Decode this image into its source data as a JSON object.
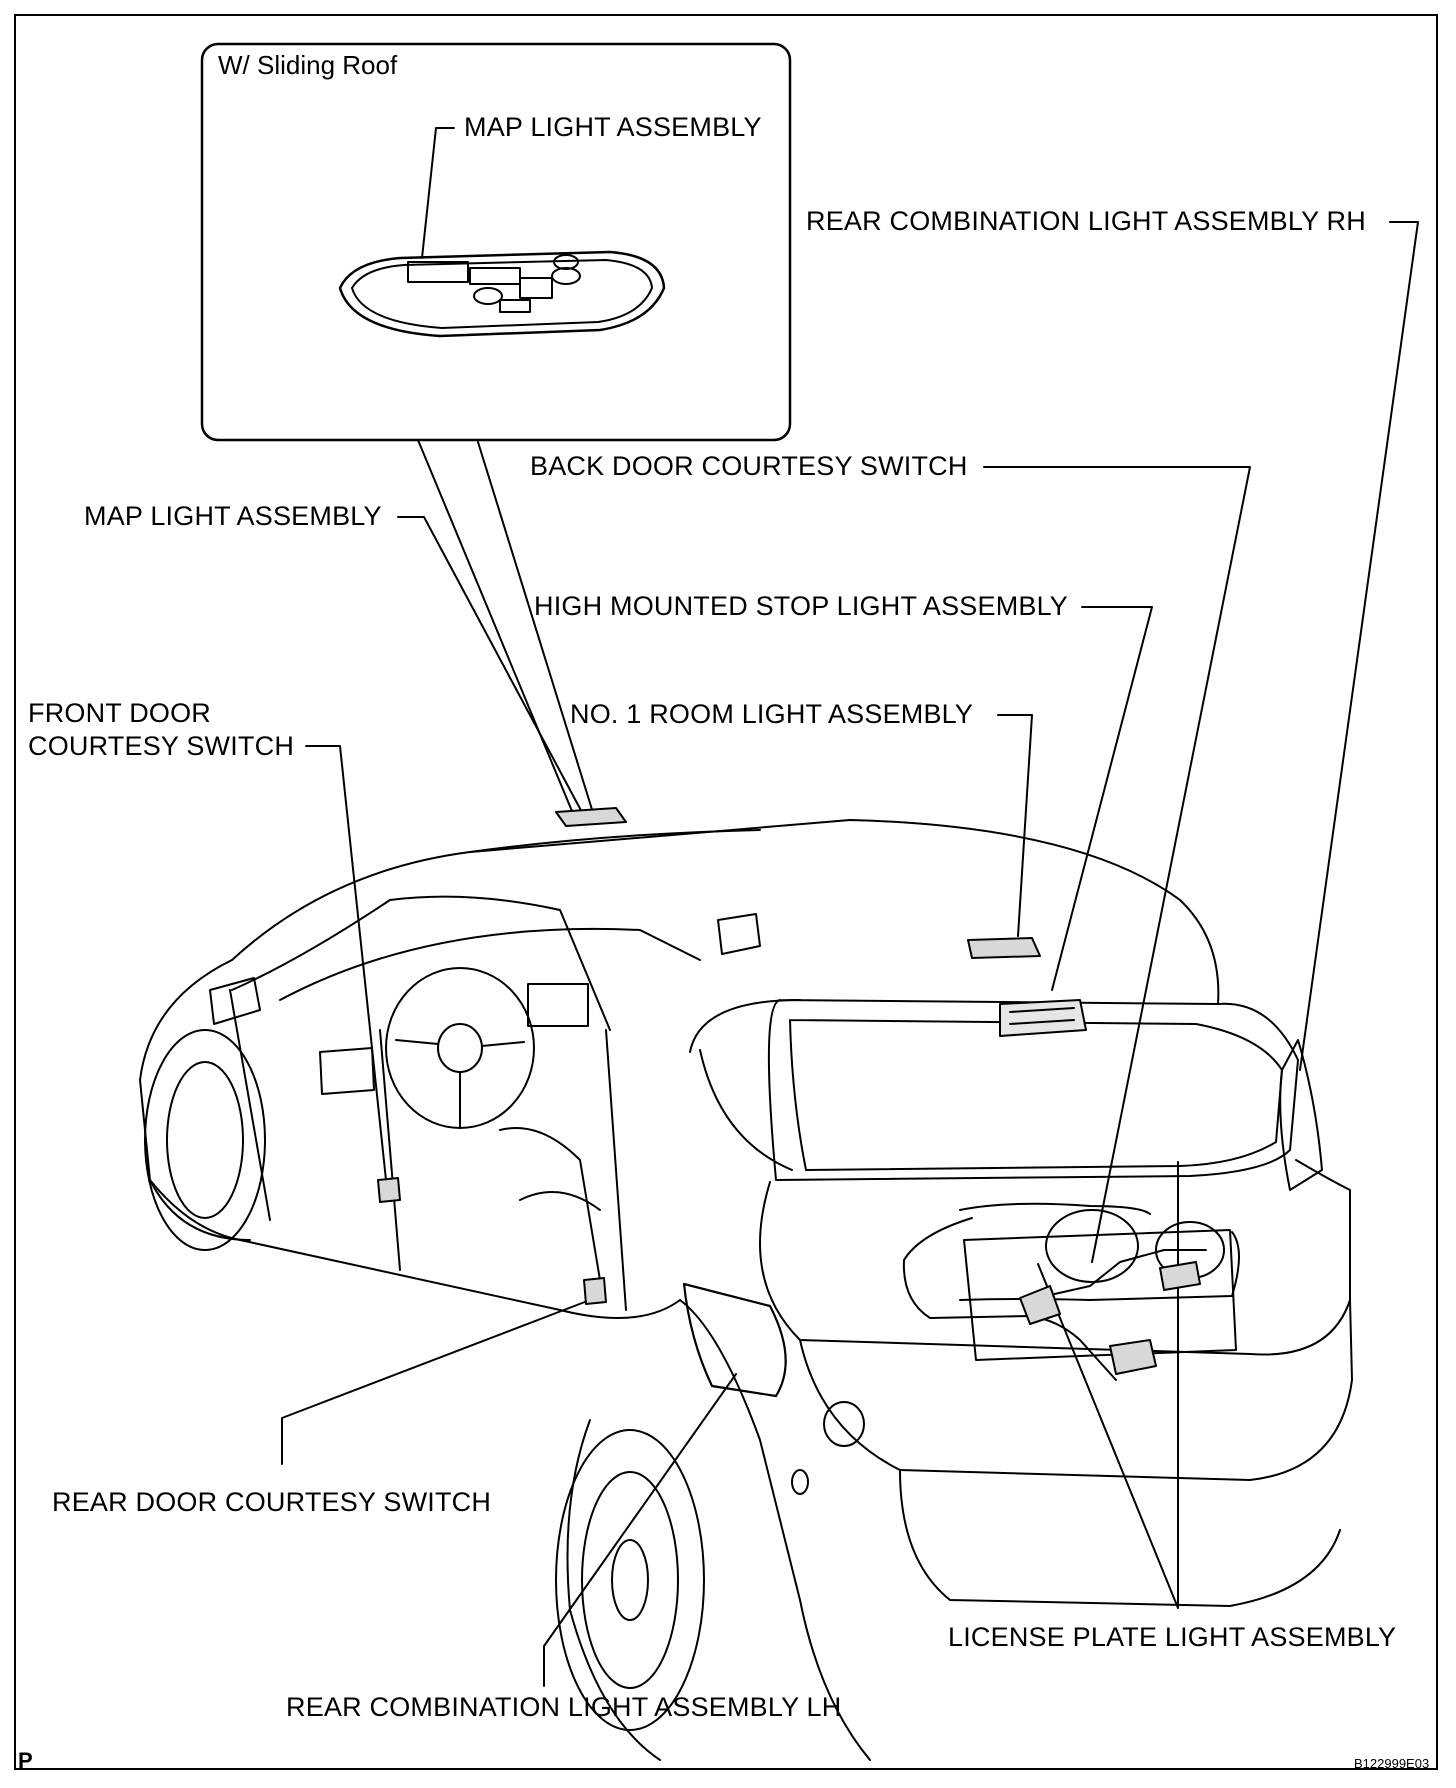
{
  "inset": {
    "title": "W/ Sliding Roof",
    "label": "MAP LIGHT ASSEMBLY"
  },
  "labels": {
    "rear_combo_rh": "REAR COMBINATION LIGHT ASSEMBLY RH",
    "back_door_switch": "BACK DOOR COURTESY SWITCH",
    "map_light": "MAP LIGHT ASSEMBLY",
    "high_mount_stop": "HIGH MOUNTED STOP LIGHT ASSEMBLY",
    "front_door_switch_l1": "FRONT DOOR",
    "front_door_switch_l2": "COURTESY SWITCH",
    "room_light": "NO. 1 ROOM LIGHT ASSEMBLY",
    "rear_door_switch": "REAR DOOR COURTESY SWITCH",
    "license_plate": "LICENSE PLATE LIGHT ASSEMBLY",
    "rear_combo_lh": "REAR COMBINATION LIGHT ASSEMBLY LH"
  },
  "footer": {
    "page_mark": "P",
    "figure_code": "B122999E03"
  }
}
